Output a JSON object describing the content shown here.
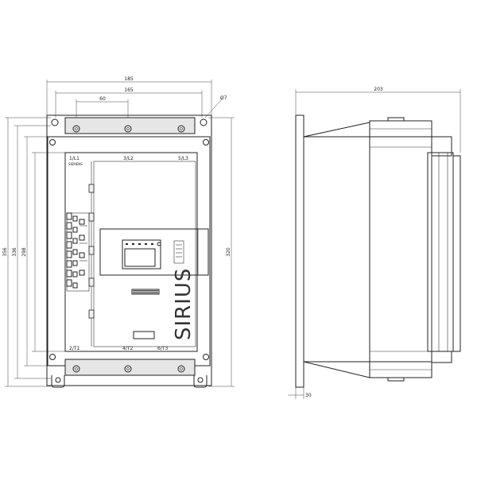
{
  "dimensions": {
    "front_width_outer": "185",
    "front_width_inner": "165",
    "hole_spacing": "60",
    "hole_diameter": "Ø7",
    "height_total": "356",
    "height_mount": "336",
    "height_body": "298",
    "height_right": "320",
    "side_depth": "203",
    "side_offset": "30"
  },
  "terminals": {
    "top_left": "1/L1",
    "top_middle": "3/L2",
    "top_right": "5/L3",
    "bottom_left": "2/T1",
    "bottom_middle": "4/T2",
    "bottom_right": "6/T3"
  },
  "small_label": "SIEMENS",
  "brand_text": "SIRIUS"
}
